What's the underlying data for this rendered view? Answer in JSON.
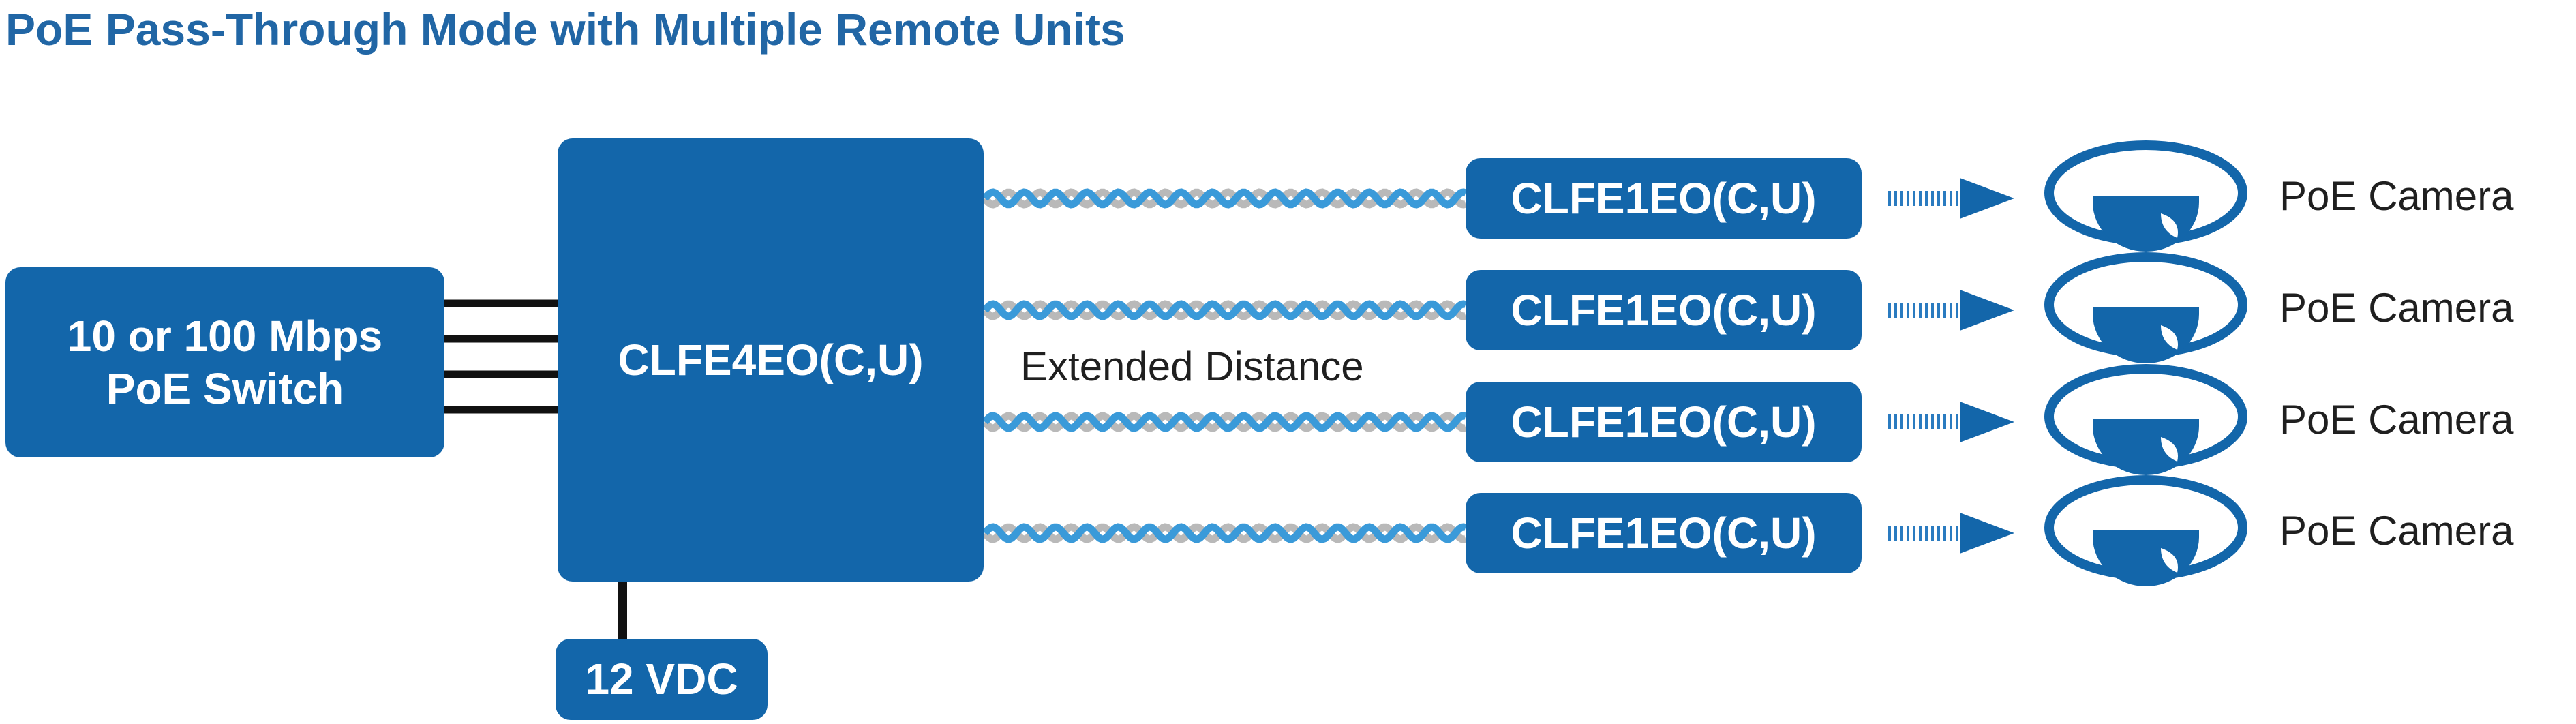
{
  "title": "PoE Pass-Through Mode with Multiple Remote Units",
  "switch": {
    "line1": "10 or 100 Mbps",
    "line2": "PoE Switch"
  },
  "central_unit": "CLFE4EO(C,U)",
  "power": "12 VDC",
  "link_label": "Extended Distance",
  "remote_units": [
    {
      "label": "CLFE1EO(C,U)",
      "device": "PoE Camera"
    },
    {
      "label": "CLFE1EO(C,U)",
      "device": "PoE Camera"
    },
    {
      "label": "CLFE1EO(C,U)",
      "device": "PoE Camera"
    },
    {
      "label": "CLFE1EO(C,U)",
      "device": "PoE Camera"
    }
  ],
  "colors": {
    "unit_fill": "#1366aa",
    "title": "#2166a5",
    "cable_a": "#3a9ad9",
    "cable_b": "#b9b9b9",
    "wire": "#111111"
  }
}
